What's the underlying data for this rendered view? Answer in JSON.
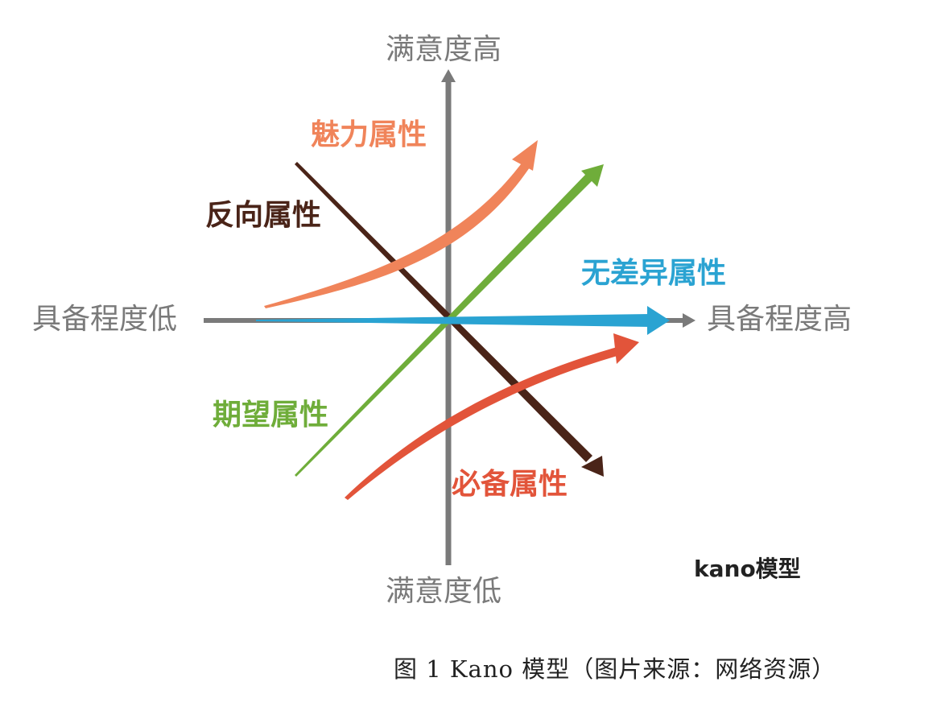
{
  "axes": {
    "y_top": "满意度高",
    "y_bottom": "满意度低",
    "x_left": "具备程度低",
    "x_right": "具备程度高"
  },
  "attributes": {
    "attractive": {
      "label": "魅力属性",
      "color": "#f0845a"
    },
    "reverse": {
      "label": "反向属性",
      "color": "#4a2418"
    },
    "indifferent": {
      "label": "无差异属性",
      "color": "#2aa3d2"
    },
    "performance": {
      "label": "期望属性",
      "color": "#6fad3a"
    },
    "must_be": {
      "label": "必备属性",
      "color": "#e2543a"
    }
  },
  "model_tag": "kano模型",
  "caption": "图 1 Kano 模型（图片来源：网络资源）",
  "colors": {
    "axis": "#7a7a7a"
  }
}
